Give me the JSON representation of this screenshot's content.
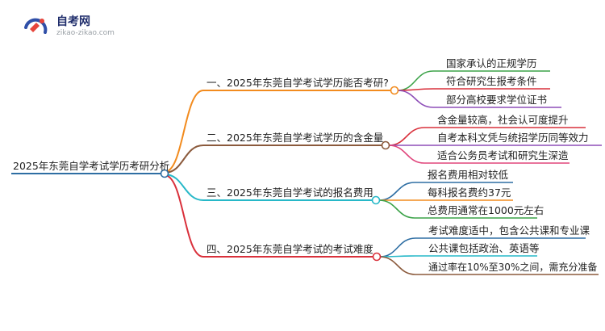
{
  "logo": {
    "name": "自考网",
    "url": "zikao-zikao.com"
  },
  "root": {
    "label": "2025年东莞自学考试学历考研分析",
    "color": "#2e6ea3"
  },
  "branches": [
    {
      "label": "一、2025年东莞自学考试学历能否考研?",
      "color": "#f28b1e",
      "leafColor": "#3ca349",
      "children": [
        "国家承认的正规学历",
        "符合研究生报考条件",
        "部分高校要求学位证书"
      ],
      "childColors": [
        "#3ca349",
        "#d9303b",
        "#8e4fb8"
      ]
    },
    {
      "label": "二、2025年东莞自学考试学历的含金量",
      "color": "#8b5a3c",
      "children": [
        "含金量较高，社会认可度提升",
        "自考本科文凭与统招学历同等效力",
        "适合公务员考试和研究生深造"
      ],
      "childColors": [
        "#d9303b",
        "#8e4fb8",
        "#e0467c"
      ]
    },
    {
      "label": "三、2025年东莞自学考试的报名费用",
      "color": "#27b8c8",
      "children": [
        "报名费用相对较低",
        "每科报名费约37元",
        "总费用通常在1000元左右"
      ],
      "childColors": [
        "#2e6ea3",
        "#f28b1e",
        "#3ca349"
      ]
    },
    {
      "label": "四、2025年东莞自学考试的考试难度",
      "color": "#d9303b",
      "children": [
        "考试难度适中，包含公共课和专业课",
        "公共课包括政治、英语等",
        "通过率在10%至30%之间，需充分准备"
      ],
      "childColors": [
        "#2e6ea3",
        "#27b8c8",
        "#8b5a3c"
      ]
    }
  ]
}
